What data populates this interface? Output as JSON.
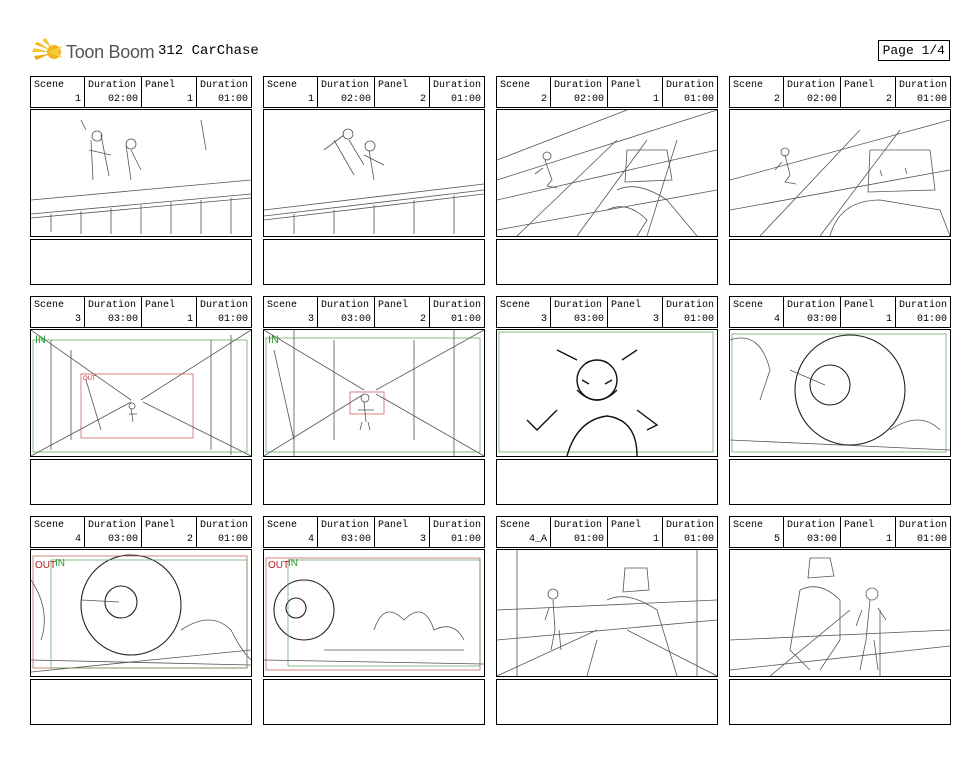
{
  "header": {
    "logo_text": "Toon Boom",
    "project": "312 CarChase",
    "page": "Page 1/4"
  },
  "labels": {
    "scene": "Scene",
    "duration": "Duration",
    "panel": "Panel",
    "panel_duration": "Duration",
    "in": "IN",
    "out": "OUT"
  },
  "panels": [
    {
      "scene": "1",
      "duration": "02:00",
      "panel": "1",
      "panel_duration": "01:00"
    },
    {
      "scene": "1",
      "duration": "02:00",
      "panel": "2",
      "panel_duration": "01:00"
    },
    {
      "scene": "2",
      "duration": "02:00",
      "panel": "1",
      "panel_duration": "01:00"
    },
    {
      "scene": "2",
      "duration": "02:00",
      "panel": "2",
      "panel_duration": "01:00"
    },
    {
      "scene": "3",
      "duration": "03:00",
      "panel": "1",
      "panel_duration": "01:00"
    },
    {
      "scene": "3",
      "duration": "03:00",
      "panel": "2",
      "panel_duration": "01:00"
    },
    {
      "scene": "3",
      "duration": "03:00",
      "panel": "3",
      "panel_duration": "01:00"
    },
    {
      "scene": "4",
      "duration": "03:00",
      "panel": "1",
      "panel_duration": "01:00"
    },
    {
      "scene": "4",
      "duration": "03:00",
      "panel": "2",
      "panel_duration": "01:00"
    },
    {
      "scene": "4",
      "duration": "03:00",
      "panel": "3",
      "panel_duration": "01:00"
    },
    {
      "scene": "4_A",
      "duration": "01:00",
      "panel": "1",
      "panel_duration": "01:00"
    },
    {
      "scene": "5",
      "duration": "03:00",
      "panel": "1",
      "panel_duration": "01:00"
    }
  ]
}
